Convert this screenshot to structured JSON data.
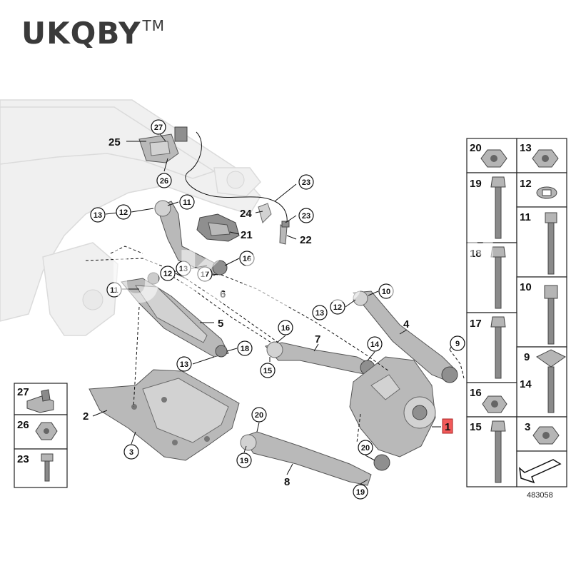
{
  "brand": {
    "name": "UKQBY",
    "mark": "TM"
  },
  "watermark": {
    "name": "UKQBY",
    "mark": "TM"
  },
  "diagram_ref": "483058",
  "callouts": {
    "c27": "27",
    "c26": "26",
    "c11a": "11",
    "c13a": "13",
    "c12a": "12",
    "c23a": "23",
    "c23b": "23",
    "c16a": "16",
    "c17": "17",
    "c13b": "13",
    "c12b": "12",
    "c11b": "11",
    "c10": "10",
    "c12c": "12",
    "c13c": "13",
    "c16b": "16",
    "c15a": "15",
    "c14": "14",
    "c9": "9",
    "c18": "18",
    "c13d": "13",
    "c3": "3",
    "c20a": "20",
    "c19a": "19",
    "c20b": "20",
    "c19b": "19"
  },
  "labels": {
    "l25": "25",
    "l24": "24",
    "l21": "21",
    "l22": "22",
    "l6": "6",
    "l5": "5",
    "l7": "7",
    "l4": "4",
    "l2": "2",
    "l1": "1",
    "l8": "8"
  },
  "hardware_right": {
    "r1a": "20",
    "r1b": "13",
    "r2a": "19",
    "r2b": "12",
    "r3b": "11",
    "r4a": "18",
    "r5a": "17",
    "r5b": "10",
    "r6b": "9",
    "r6c": "14",
    "r7a": "16",
    "r8a": "15",
    "r8b": "3"
  },
  "hardware_left": {
    "h1": "27",
    "h2": "26",
    "h3": "23"
  }
}
